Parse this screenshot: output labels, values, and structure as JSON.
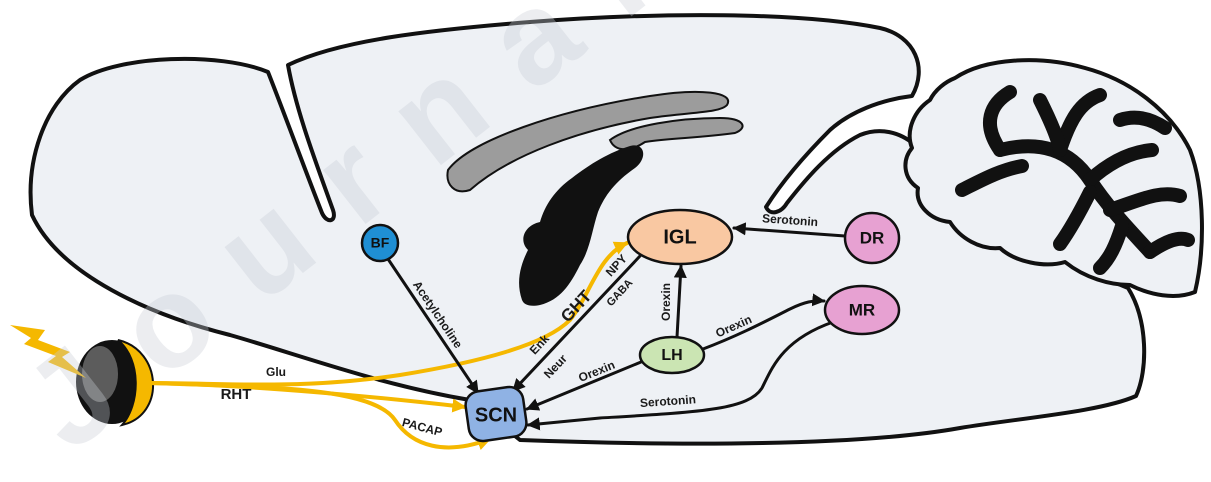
{
  "diagram": {
    "nodes": {
      "bf": "BF",
      "igl": "IGL",
      "dr": "DR",
      "mr": "MR",
      "lh": "LH",
      "scn": "SCN"
    },
    "labels": {
      "acetylcholine": "Acetylcholine",
      "serotonin_dr_igl": "Serotonin",
      "npy": "NPY",
      "gaba": "GABA",
      "ght": "GHT",
      "enk": "Enk",
      "neur": "Neur",
      "orexin_lh_igl": "Orexin",
      "orexin_lh_mr": "Orexin",
      "orexin_lh_scn": "Orexin",
      "serotonin_mr_scn": "Serotonin",
      "rht": "RHT",
      "glu": "Glu",
      "pacap": "PACAP"
    }
  },
  "colors": {
    "bf": "#1f8fd4",
    "igl": "#f9c8a2",
    "dr": "#e7a1d2",
    "mr": "#e7a1d2",
    "lh": "#cbe5b3",
    "scn": "#8fb2e4",
    "retinal_path": "#f5b800",
    "brain": "#eef1f5",
    "white_matter": "#9c9c9c"
  },
  "watermark": "Journal"
}
